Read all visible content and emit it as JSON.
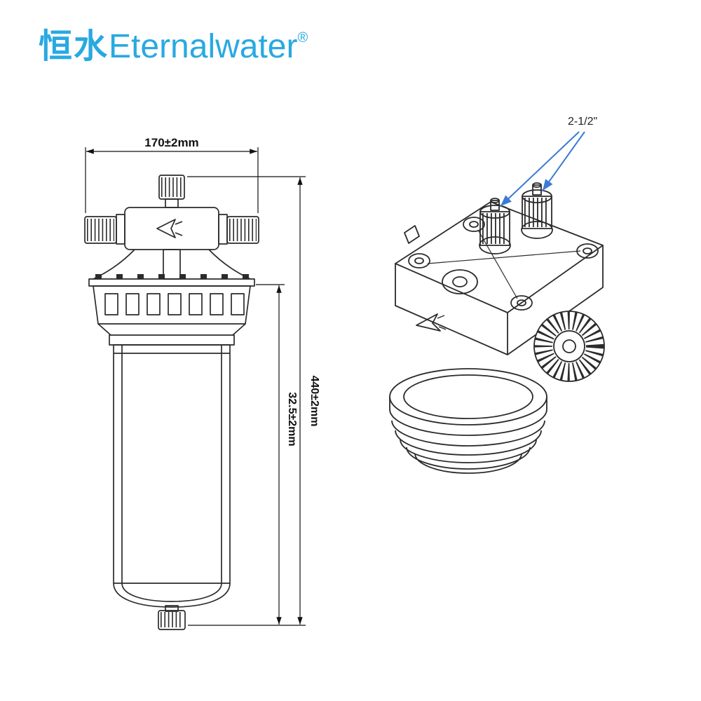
{
  "brand": {
    "logo_cn": "恒水",
    "logo_en": "Eternalwater",
    "registered_mark": "®"
  },
  "front_view": {
    "width_dim": "170±2mm",
    "total_height_dim": "440±2mm",
    "inner_height_dim": "32.5±2mm"
  },
  "iso_view": {
    "port_size_label": "2-1/2\""
  },
  "colors": {
    "brand_blue": "#29a9e1",
    "leader_blue": "#3a7bd5",
    "line_dark": "#2b2b2b",
    "dim_text": "#111111"
  }
}
